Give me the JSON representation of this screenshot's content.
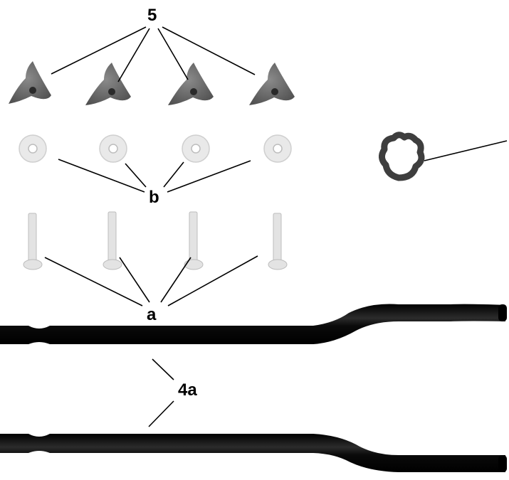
{
  "callouts": {
    "knobs": "5",
    "washers": "b",
    "bolts": "a",
    "handle_bars": "4a"
  },
  "colors": {
    "knob": "#6b6b6b",
    "knob_hole": "#2a2a2a",
    "washer": "#e9e9e9",
    "bolt": "#e3e3e3",
    "bar": "#0f0f0f",
    "clip": "#3e3e3e"
  }
}
